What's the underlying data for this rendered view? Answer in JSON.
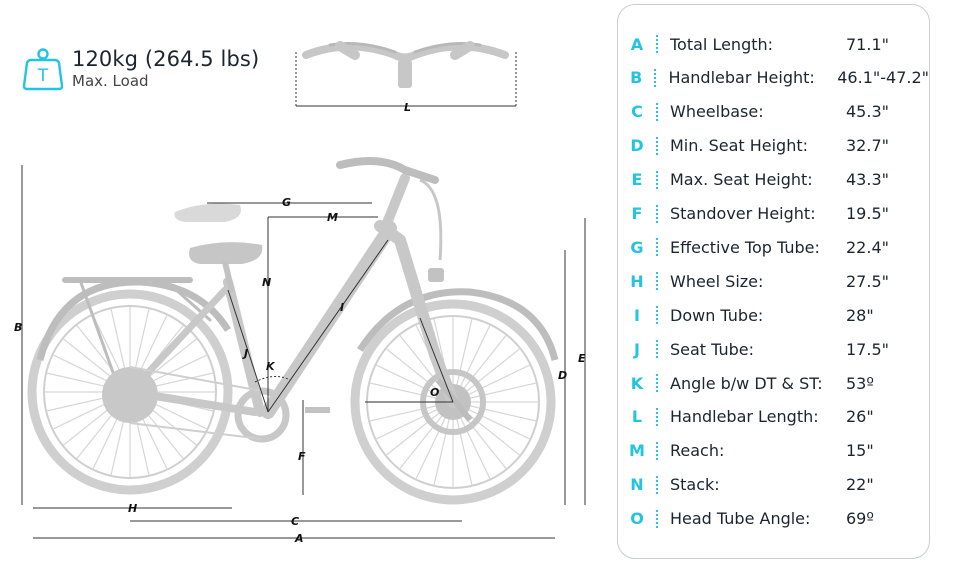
{
  "max_load": {
    "value": "120kg (264.5 lbs)",
    "label": "Max. Load",
    "icon": "weight-icon",
    "icon_letter": "T"
  },
  "diagram_labels": {
    "A": "A",
    "B": "B",
    "C": "C",
    "D": "D",
    "E": "E",
    "F": "F",
    "G": "G",
    "H": "H",
    "I": "I",
    "J": "J",
    "K": "K",
    "L": "L",
    "M": "M",
    "N": "N",
    "O": "O"
  },
  "specs": [
    {
      "letter": "A",
      "label": "Total Length:",
      "value": "71.1\""
    },
    {
      "letter": "B",
      "label": "Handlebar Height:",
      "value": "46.1\"-47.2\""
    },
    {
      "letter": "C",
      "label": "Wheelbase:",
      "value": "45.3\""
    },
    {
      "letter": "D",
      "label": "Min. Seat Height:",
      "value": "32.7\""
    },
    {
      "letter": "E",
      "label": "Max. Seat Height:",
      "value": "43.3\""
    },
    {
      "letter": "F",
      "label": "Standover Height:",
      "value": "19.5\""
    },
    {
      "letter": "G",
      "label": "Effective Top Tube:",
      "value": "22.4\""
    },
    {
      "letter": "H",
      "label": "Wheel Size:",
      "value": "27.5\""
    },
    {
      "letter": "I",
      "label": "Down Tube:",
      "value": "28\""
    },
    {
      "letter": "J",
      "label": "Seat Tube:",
      "value": "17.5\""
    },
    {
      "letter": "K",
      "label": "Angle b/w DT & ST:",
      "value": "53º"
    },
    {
      "letter": "L",
      "label": "Handlebar Length:",
      "value": "26\""
    },
    {
      "letter": "M",
      "label": "Reach:",
      "value": "15\""
    },
    {
      "letter": "N",
      "label": "Stack:",
      "value": "22\""
    },
    {
      "letter": "O",
      "label": "Head Tube Angle:",
      "value": "69º"
    }
  ],
  "colors": {
    "accent": "#22c4e2",
    "bike": "#c9c9c9",
    "text": "#1b2530"
  }
}
